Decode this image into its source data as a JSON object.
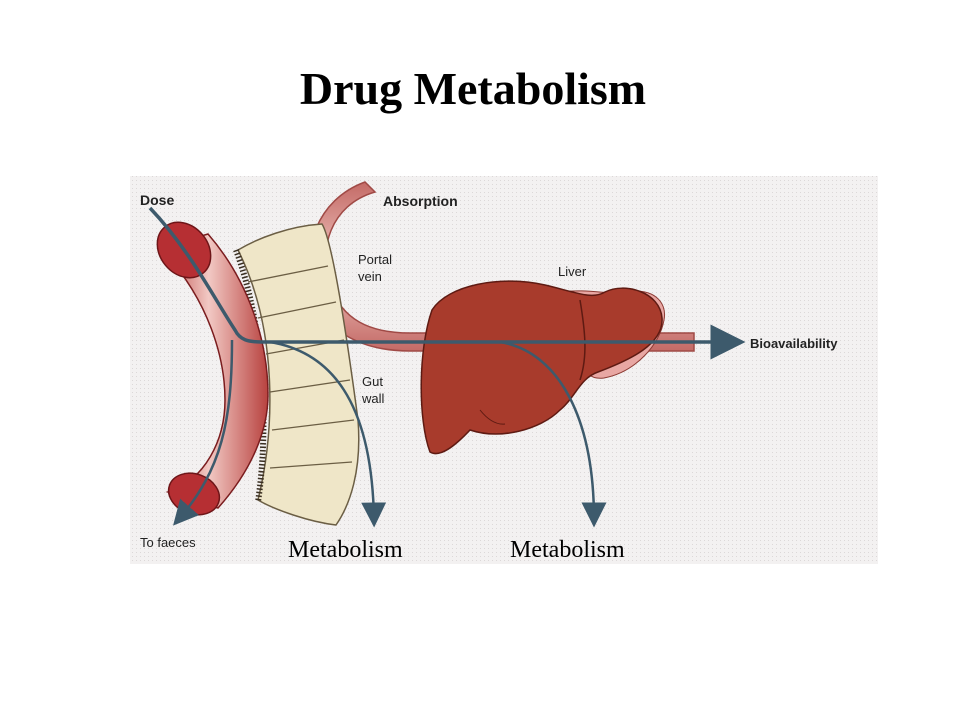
{
  "title": "Drug Metabolism",
  "labels": {
    "dose": "Dose",
    "absorption": "Absorption",
    "portal_vein_line1": "Portal",
    "portal_vein_line2": "vein",
    "liver": "Liver",
    "bioavailability": "Bioavailability",
    "gut_wall_line1": "Gut",
    "gut_wall_line2": "wall",
    "to_faeces": "To faeces",
    "metabolism_gut": "Metabolism",
    "metabolism_liver": "Metabolism"
  },
  "colors": {
    "background_panel": "#f0eeee",
    "intestine": "#c9524e",
    "intestine_dark": "#8e1f22",
    "gut_wall": "#efe6c8",
    "liver": "#a83b2c",
    "vein_pink": "#d98c88",
    "arrow": "#3d5a6c"
  }
}
